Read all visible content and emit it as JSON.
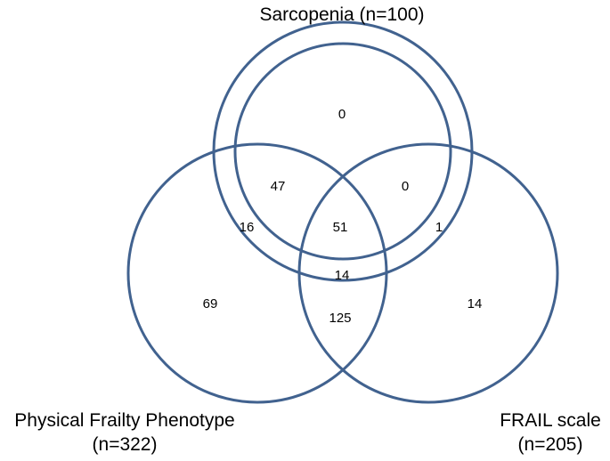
{
  "diagram": {
    "stroke_color": "#41628f",
    "sets": {
      "sarcopenia": {
        "label": "Sarcopenia (n=100)"
      },
      "physical_frailty": {
        "label_line1": "Physical Frailty Phenotype",
        "label_line2": "(n=322)"
      },
      "frail_scale": {
        "label_line1": "FRAIL scale",
        "label_line2": "(n=205)"
      }
    },
    "regions": {
      "sarcopenia_only": "0",
      "sarcopenia_and_pfp": "47",
      "sarcopenia_and_frail": "0",
      "all_three": "51",
      "pfp_outer_ring": "16",
      "frail_outer_ring": "1",
      "pfp_frail_ring": "14",
      "pfp_only": "69",
      "pfp_and_frail": "125",
      "frail_only": "14"
    }
  }
}
